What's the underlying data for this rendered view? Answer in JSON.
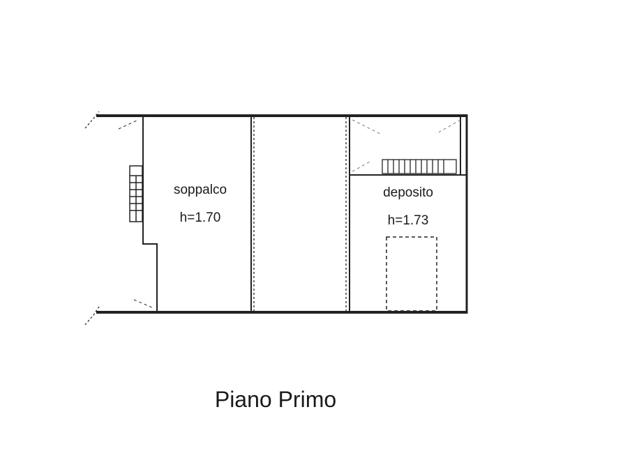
{
  "plan": {
    "caption": "Piano Primo",
    "rooms": [
      {
        "name": "soppalco",
        "height_label": "h=1.70"
      },
      {
        "name": "deposito",
        "height_label": "h=1.73"
      }
    ]
  },
  "colors": {
    "line": "#222222",
    "hatch": "#888888",
    "background": "#ffffff"
  }
}
